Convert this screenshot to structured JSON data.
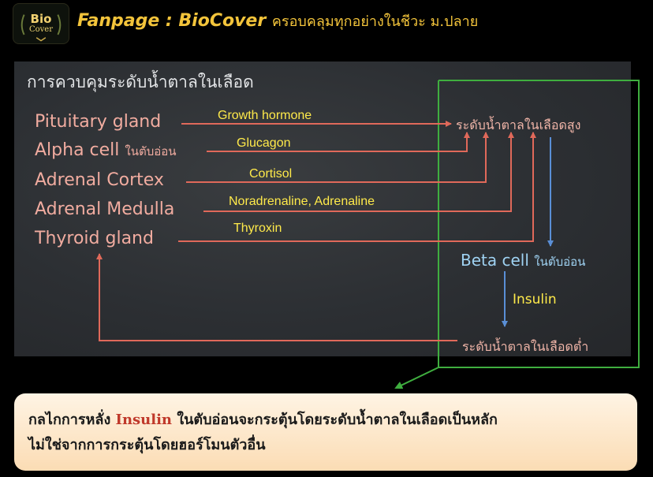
{
  "header": {
    "logo_top": "Bio",
    "logo_bottom": "Cover",
    "title": "Fanpage : BioCover",
    "subtitle": "ครอบคลุมทุกอย่างในชีวะ ม.ปลาย"
  },
  "diagram": {
    "title": "การควบคุมระดับน้ำตาลในเลือด",
    "glands": [
      {
        "name": "Pituitary gland",
        "suffix": "",
        "hormone": "Growth hormone"
      },
      {
        "name": "Alpha cell",
        "suffix": "ในตับอ่อน",
        "hormone": "Glucagon"
      },
      {
        "name": "Adrenal Cortex",
        "suffix": "",
        "hormone": "Cortisol"
      },
      {
        "name": "Adrenal Medulla",
        "suffix": "",
        "hormone": "Noradrenaline, Adrenaline"
      },
      {
        "name": "Thyroid gland",
        "suffix": "",
        "hormone": "Thyroxin"
      }
    ],
    "high_sugar": "ระดับน้ำตาลในเลือดสูง",
    "beta_cell": "Beta cell",
    "beta_suffix": "ในตับอ่อน",
    "insulin": "Insulin",
    "low_sugar": "ระดับน้ำตาลในเลือดต่ำ",
    "colors": {
      "gland_text": "#f1aca0",
      "hormone_text": "#ffea4a",
      "red_arrow": "#e0695a",
      "blue_arrow": "#5a8fd6",
      "green_box": "#3fae3f"
    }
  },
  "note": {
    "line1_pre": "กลไกการหลั่ง",
    "line1_keyword": "Insulin",
    "line1_post": "ในตับอ่อนจะกระตุ้นโดยระดับน้ำตาลในเลือดเป็นหลัก",
    "line2": "ไม่ใช่จากการกระตุ้นโดยฮอร์โมนตัวอื่น"
  }
}
